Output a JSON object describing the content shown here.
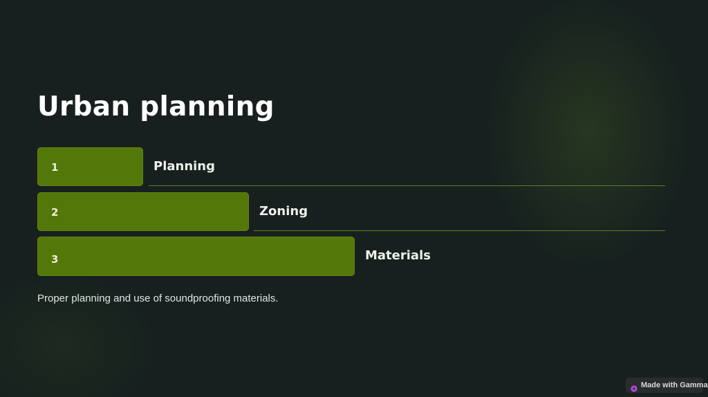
{
  "slide": {
    "title": "Urban planning",
    "description": "Proper planning and use of soundproofing materials."
  },
  "steps": [
    {
      "number": "1",
      "label": "Planning"
    },
    {
      "number": "2",
      "label": "Zoning"
    },
    {
      "number": "3",
      "label": "Materials"
    }
  ],
  "badge": {
    "text": "Made with Gamma",
    "icon": "gamma-logo-icon"
  },
  "colors": {
    "background": "#17201f",
    "accent": "#537708",
    "line": "#5d7f22",
    "text": "#ffffff"
  }
}
